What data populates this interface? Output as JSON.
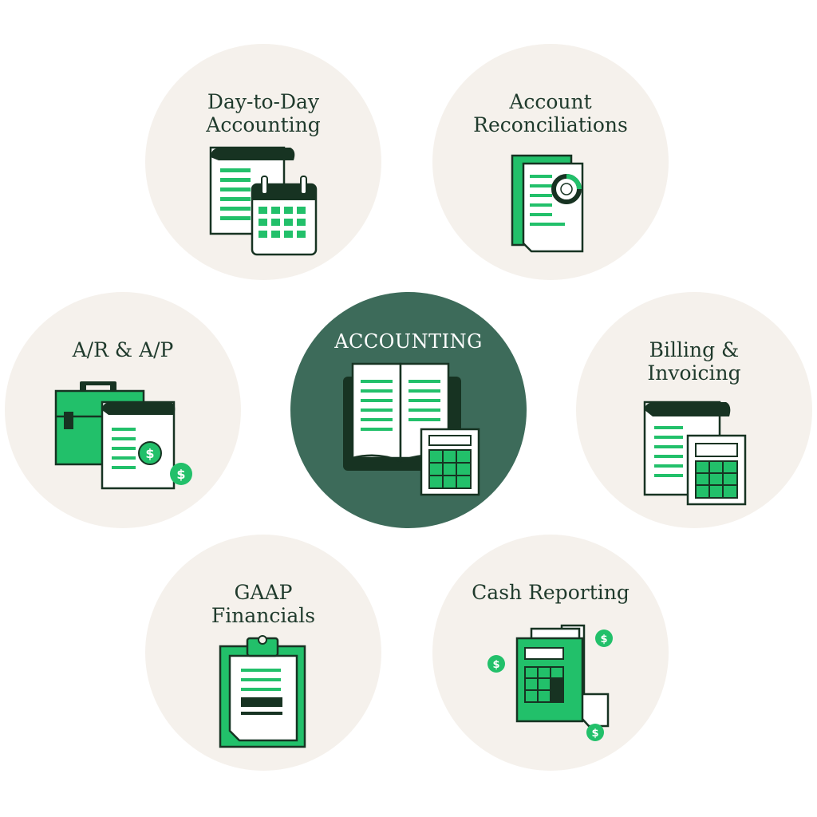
{
  "center": {
    "label": "ACCOUNTING",
    "icon": "open-book-calculator-icon"
  },
  "services": [
    {
      "id": "day-to-day",
      "lines": [
        "Day-to-Day",
        "Accounting"
      ],
      "icon": "document-calendar-icon"
    },
    {
      "id": "reconciliations",
      "lines": [
        "Account",
        "Reconciliations"
      ],
      "icon": "report-pie-chart-icon"
    },
    {
      "id": "ar-ap",
      "lines": [
        "A/R & A/P"
      ],
      "icon": "briefcase-invoice-icon"
    },
    {
      "id": "billing",
      "lines": [
        "Billing &",
        "Invoicing"
      ],
      "icon": "invoice-calculator-icon"
    },
    {
      "id": "gaap",
      "lines": [
        "GAAP",
        "Financials"
      ],
      "icon": "clipboard-icon"
    },
    {
      "id": "cash",
      "lines": [
        "Cash Reporting"
      ],
      "icon": "cash-register-icon"
    }
  ],
  "colors": {
    "bubble": "#f5f1ec",
    "center_bubble": "#3d6b5a",
    "accent_green": "#22c06a",
    "dark_green": "#173322",
    "text": "#1f3a2c"
  }
}
